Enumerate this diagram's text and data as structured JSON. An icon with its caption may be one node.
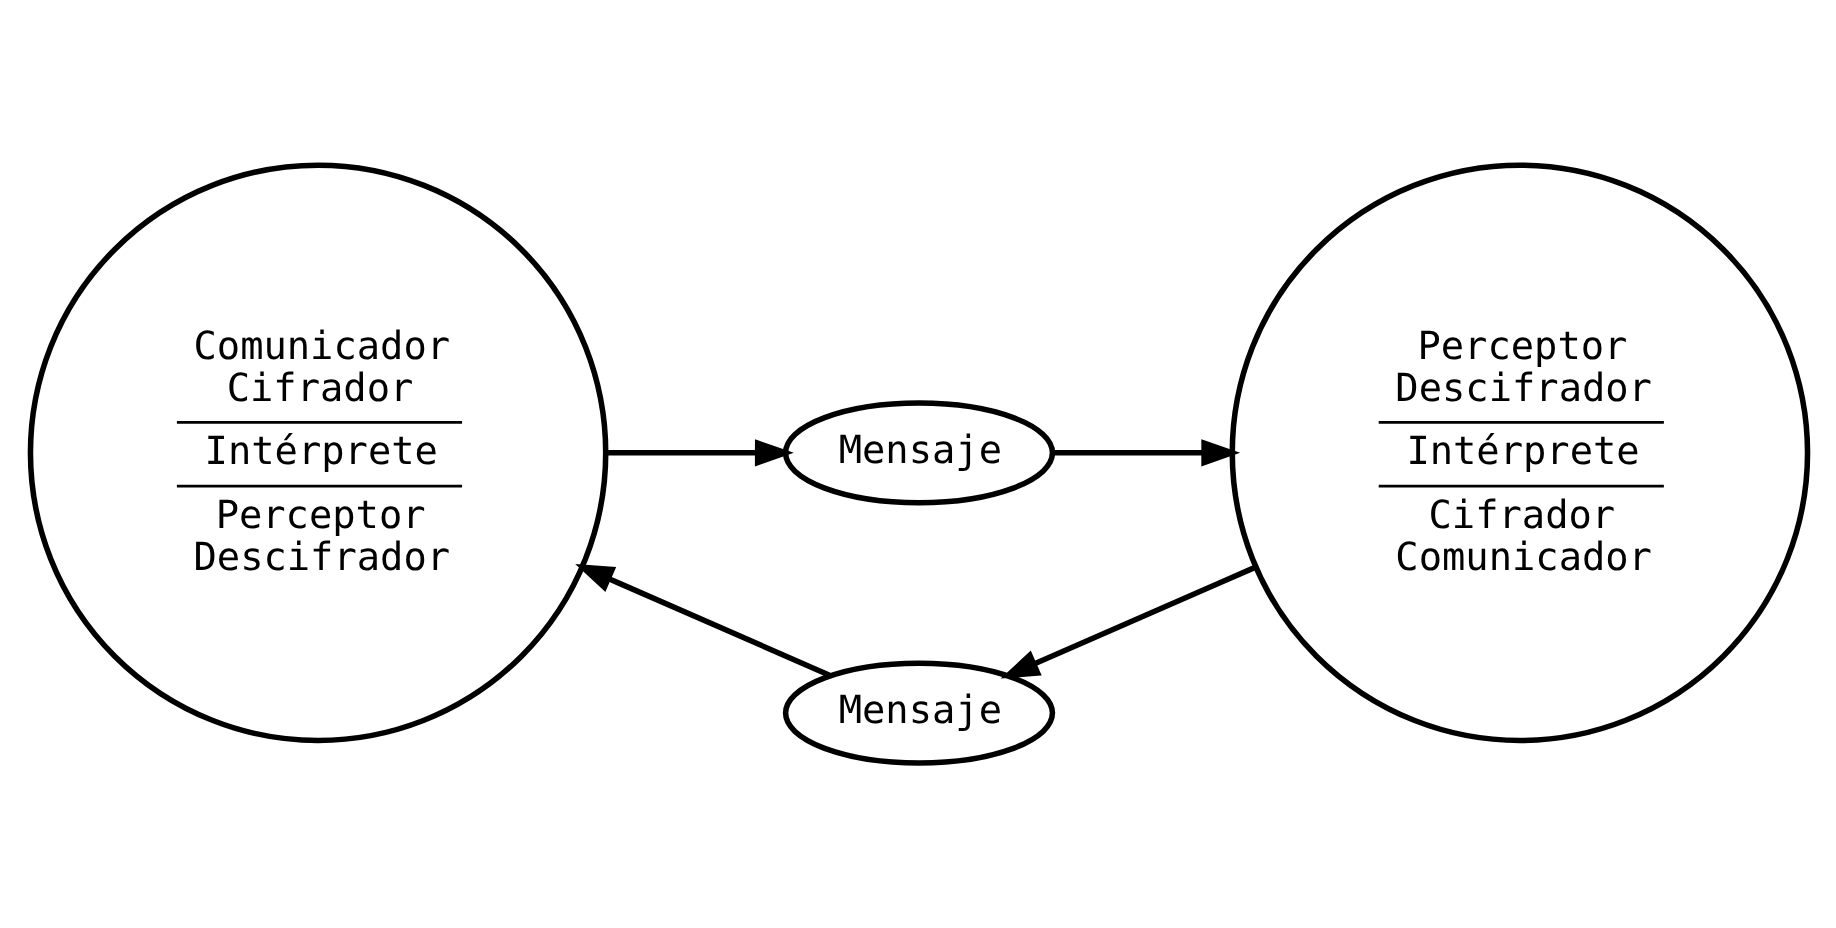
{
  "diagram": {
    "nodes": [
      {
        "text": [
          "Comunicador Cifrador",
          "Intérprete",
          "Perceptor Descifrador"
        ]
      },
      {
        "text": [
          "Mensaje"
        ]
      },
      {
        "text": [
          "Perceptor Descifrador",
          "Intérprete",
          "Cifrador Comunicador"
        ]
      },
      {
        "text": [
          "Mensaje"
        ]
      }
    ],
    "edges": [
      {
        "from": 0,
        "to": 1,
        "arrow": "to"
      },
      {
        "from": 1,
        "to": 2,
        "arrow": "to"
      },
      {
        "from": 2,
        "to": 3,
        "arrow": "to"
      },
      {
        "from": 3,
        "to": 0,
        "arrow": "to"
      }
    ]
  }
}
